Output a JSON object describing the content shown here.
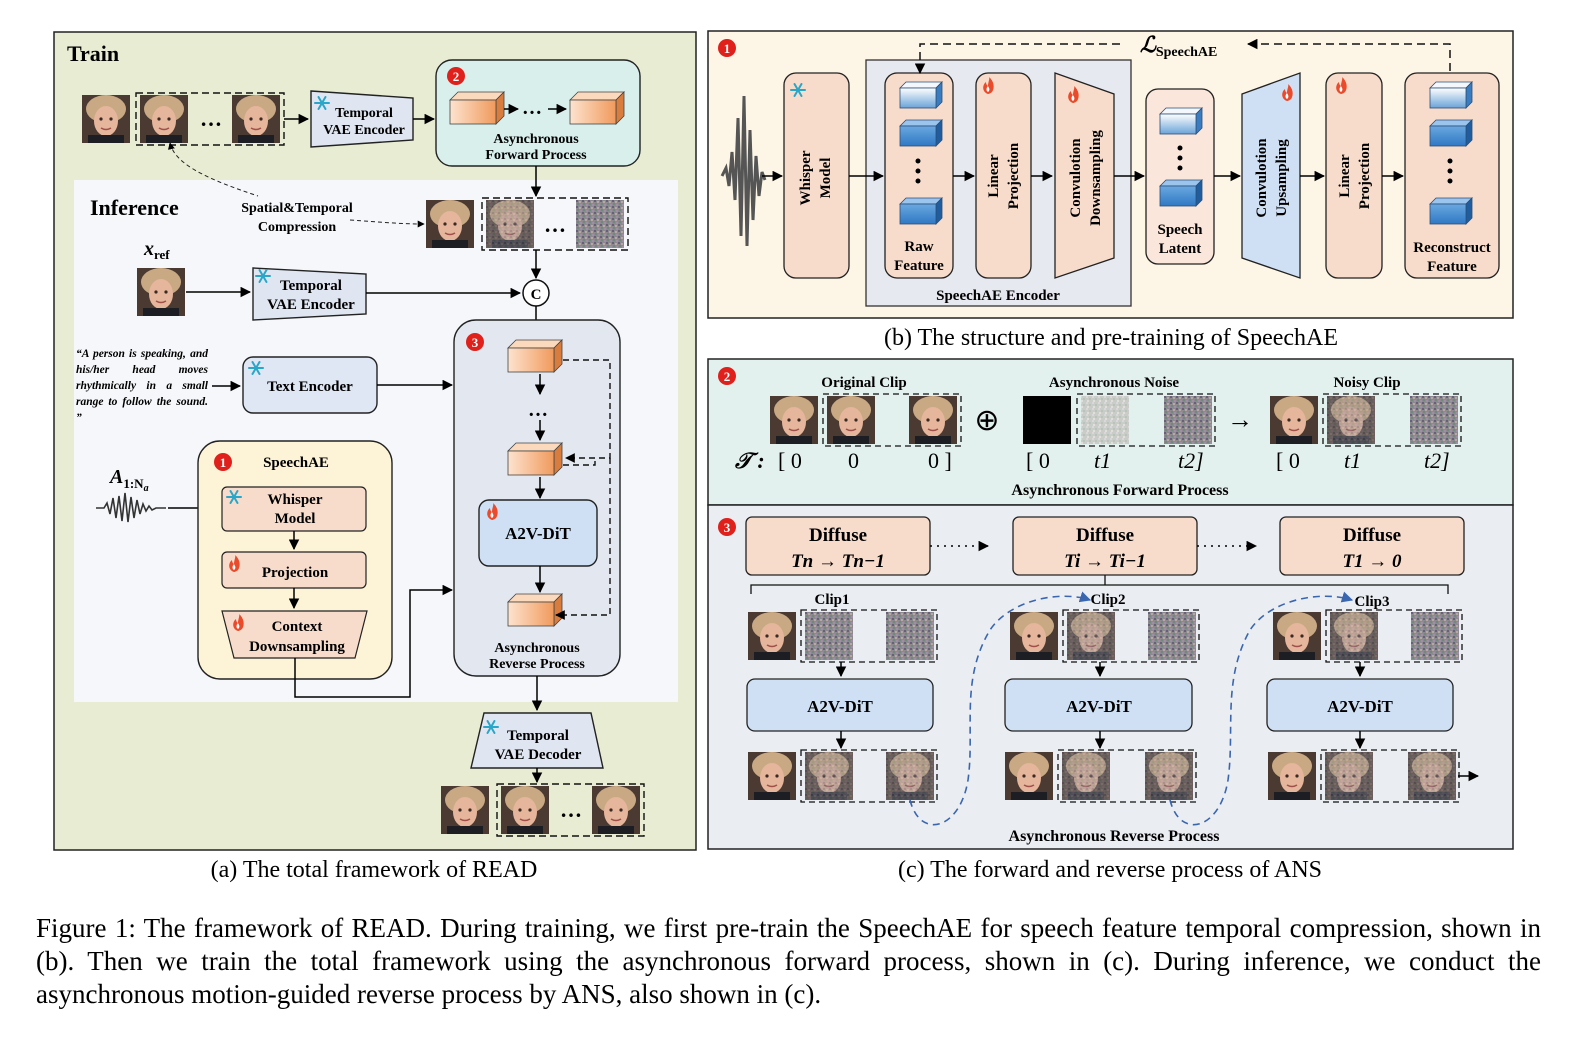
{
  "panel_a": {
    "train_label": "Train",
    "inference_label": "Inference",
    "temporal_vae_encoder_1": [
      "Temporal",
      "VAE Encoder"
    ],
    "temporal_vae_encoder_2": [
      "Temporal",
      "VAE Encoder"
    ],
    "temporal_vae_decoder": [
      "Temporal",
      "VAE Decoder"
    ],
    "async_forward": [
      "Asynchronous",
      "Forward Process"
    ],
    "async_reverse": [
      "Asynchronous",
      "Reverse Process"
    ],
    "compression": [
      "Spatial&Temporal",
      "Compression"
    ],
    "x_ref": "x",
    "x_ref_sub": "ref",
    "concat_symbol": "C",
    "text_prompt": "“A person is speaking, and his/her head moves rhythmically in a small range to follow the sound. ”",
    "text_encoder": "Text Encoder",
    "audio_label": "A",
    "audio_sub": "1:N",
    "audio_subsub": "a",
    "speechae_title": "SpeechAE",
    "whisper": [
      "Whisper",
      "Model"
    ],
    "projection": "Projection",
    "context_down": [
      "Context",
      "Downsampling"
    ],
    "a2v_dit": "A2V-DiT",
    "ellipsis": "…",
    "badge_1": "1",
    "badge_2": "2",
    "badge_3": "3",
    "caption": "(a) The total framework of READ"
  },
  "panel_b": {
    "whisper": [
      "Whisper",
      "Model"
    ],
    "raw_feature": [
      "Raw",
      "Feature"
    ],
    "linear_projection": [
      "Linear",
      "Projection"
    ],
    "conv_down": [
      "Convulotion",
      "Downsampling"
    ],
    "speech_latent": [
      "Speech",
      "Latent"
    ],
    "conv_up": [
      "Convulotion",
      "Upsampling"
    ],
    "linear_projection_2": [
      "Linear",
      "Projection"
    ],
    "reconstruct": [
      "Reconstruct",
      "Feature"
    ],
    "encoder_label": "SpeechAE Encoder",
    "loss_symbol": "ℒ",
    "loss_sub": "SpeechAE",
    "badge": "1",
    "caption": "(b) The structure and pre-training of SpeechAE"
  },
  "panel_c": {
    "original_clip": "Original Clip",
    "async_noise": "Asynchronous Noise",
    "noisy_clip": "Noisy Clip",
    "oplus": "⊕",
    "arrow": "→",
    "tau_label": "𝒯 :",
    "tau_orig": [
      "[ 0",
      "0",
      "0 ]"
    ],
    "tau_noise": [
      "[ 0",
      "t1",
      "t2]"
    ],
    "tau_noisy": [
      "[ 0",
      "t1",
      "t2]"
    ],
    "forward_title": "Asynchronous Forward Process",
    "diffuse": "Diffuse",
    "diffuse_steps": [
      "Tn → Tn−1",
      "Ti → Ti−1",
      "T1 → 0"
    ],
    "clips": [
      "Clip1",
      "Clip2",
      "Clip3"
    ],
    "a2v_dit": "A2V-DiT",
    "reverse_title": "Asynchronous Reverse Process",
    "badge_2": "2",
    "badge_3": "3",
    "caption": "(c) The forward and reverse process of ANS"
  },
  "figure_caption": "Figure 1: The framework of READ. During training, we first pre-train the SpeechAE for speech feature temporal compression, shown in (b). Then we train the total framework using the asynchronous forward process, shown in (c). During inference, we conduct the asynchronous motion-guided reverse process by ANS, also shown in (c).",
  "colors": {
    "panel_a_bg": "#e7ecd2",
    "panel_b_bg": "#fdf6e6",
    "panel_c_top_bg": "#e3f1ee",
    "panel_c_bottom_bg": "#eaedf2",
    "inference_bg": "#f5f7fa",
    "peach_block": "#f8dccb",
    "blue_block": "#cfe0f5",
    "badge_red": "#e0201b",
    "snow_blue": "#2aa6c8",
    "fire_red": "#ea4b2a"
  }
}
